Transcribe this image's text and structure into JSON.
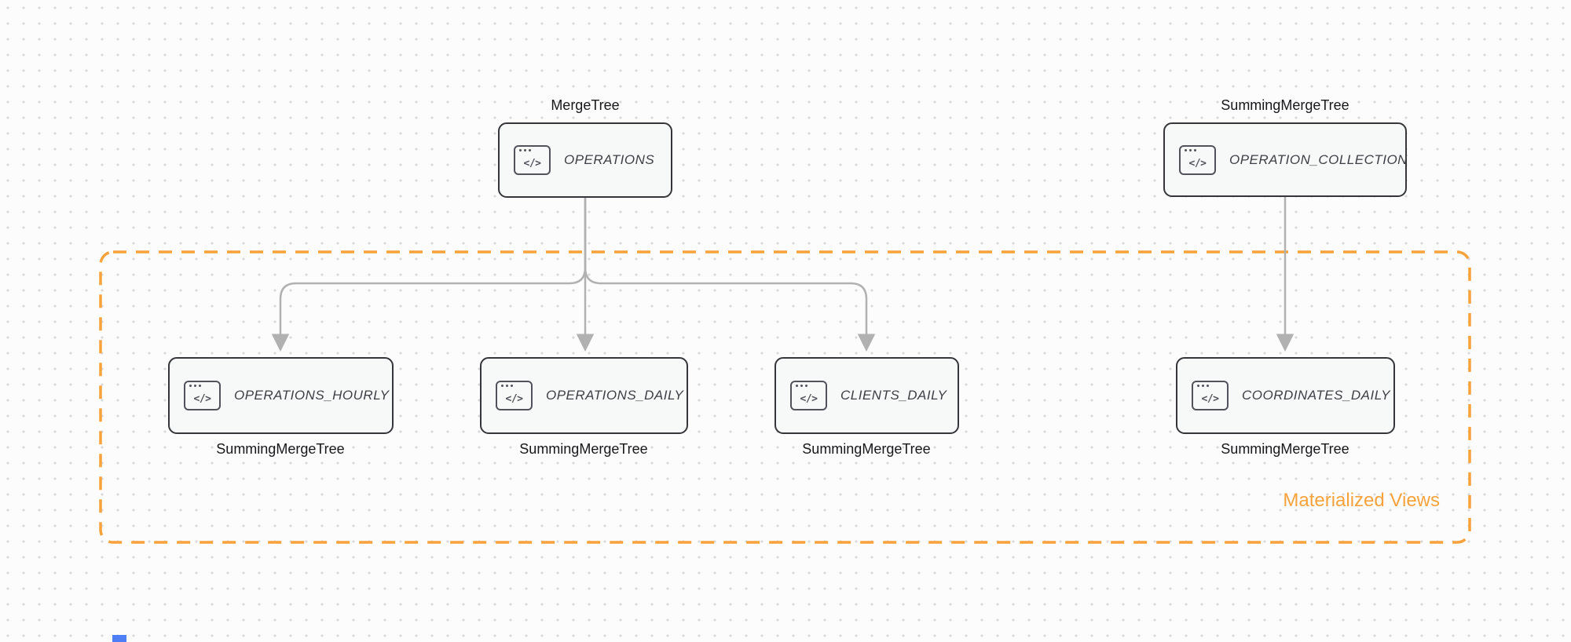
{
  "sources": [
    {
      "engine": "MergeTree",
      "table": "OPERATIONS"
    },
    {
      "engine": "SummingMergeTree",
      "table": "OPERATION_COLLECTION"
    }
  ],
  "views": [
    {
      "table": "OPERATIONS_HOURLY",
      "engine": "SummingMergeTree"
    },
    {
      "table": "OPERATIONS_DAILY",
      "engine": "SummingMergeTree"
    },
    {
      "table": "CLIENTS_DAILY",
      "engine": "SummingMergeTree"
    },
    {
      "table": "COORDINATES_DAILY",
      "engine": "SummingMergeTree"
    }
  ],
  "group": {
    "label": "Materialized Views"
  },
  "icon": {
    "name": "window-code-icon",
    "code_glyph": "</>"
  },
  "colors": {
    "accent_orange": "#F7A23B",
    "arrow_gray": "#B1B1B1",
    "node_border": "#36363A",
    "node_background": "#F7F8F8",
    "canvas_dot": "#D9D9D9"
  }
}
